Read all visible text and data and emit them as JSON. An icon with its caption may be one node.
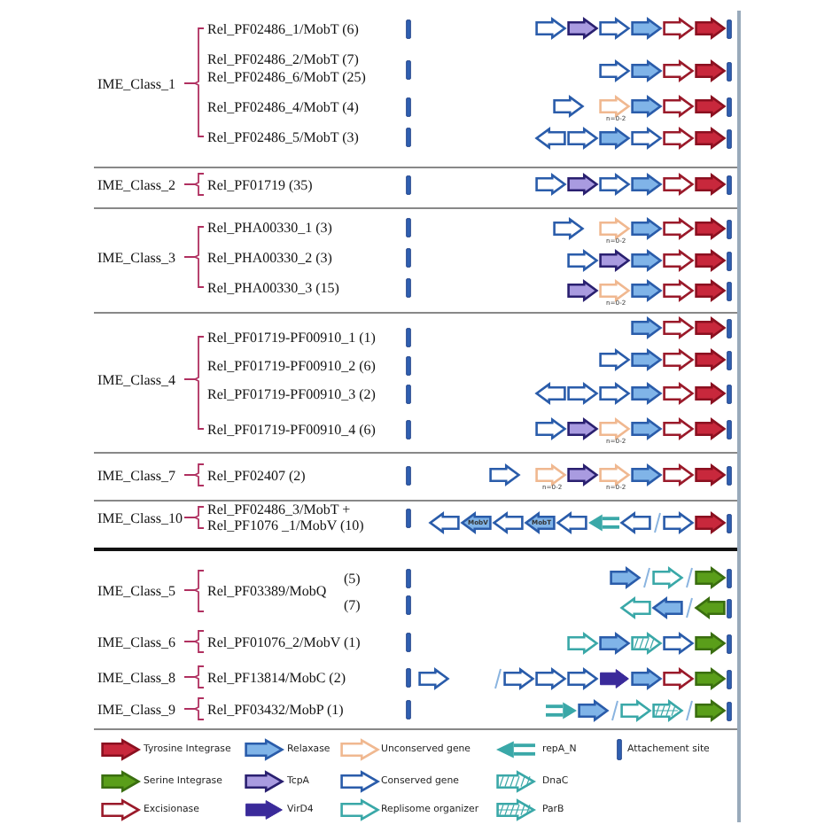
{
  "diagram": {
    "labels": [
      "IME_Class_1",
      "Rel_PF02486_1/MobT (6)",
      "Rel_PF02486_2/MobT (7)",
      "Rel_PF02486_6/MobT (25)",
      "Rel_PF02486_4/MobT (4)",
      "n=0-2",
      "Rel_PF02486_5/MobT (3)",
      "IME_Class_2",
      "Rel_PF01719 (35)",
      "IME_Class_3",
      "Rel_PHA00330_1 (3)",
      "n=0-2",
      "Rel_PHA00330_2 (3)",
      "Rel_PHA00330_3 (15)",
      "n=0-2",
      "IME_Class_4",
      "Rel_PF01719-PF00910_1 (1)",
      "Rel_PF01719-PF00910_2 (6)",
      "Rel_PF01719-PF00910_3 (2)",
      "Rel_PF01719-PF00910_4 (6)",
      "n=0-2",
      "IME_Class_7",
      "Rel_PF02407 (2)",
      "n=0-2",
      "n=0-2",
      "IME_Class_10",
      "Rel_PF02486_3/MobT + Rel_PF1076 _1/MobV (10)",
      "MobV",
      "MobT",
      "IME_Class_5",
      "(5)",
      "Rel_PF03389/MobQ",
      "(7)",
      "IME_Class_6",
      "Rel_PF01076_2/MobV (1)",
      "IME_Class_8",
      "Rel_PF13814/MobC (2)",
      "IME_Class_9",
      "Rel_PF03432/MobP (1)"
    ],
    "legend": [
      {
        "text": "Tyrosine Integrase"
      },
      {
        "text": "Relaxase"
      },
      {
        "text": "Unconserved gene"
      },
      {
        "text": "repA_N"
      },
      {
        "text": "Attachement site"
      },
      {
        "text": "Serine Integrase"
      },
      {
        "text": "TcpA"
      },
      {
        "text": "Conserved gene"
      },
      {
        "text": "DnaC"
      },
      {
        "text": "Excisionase"
      },
      {
        "text": "VirD4"
      },
      {
        "text": "Replisome organizer"
      },
      {
        "text": "ParB"
      }
    ]
  }
}
